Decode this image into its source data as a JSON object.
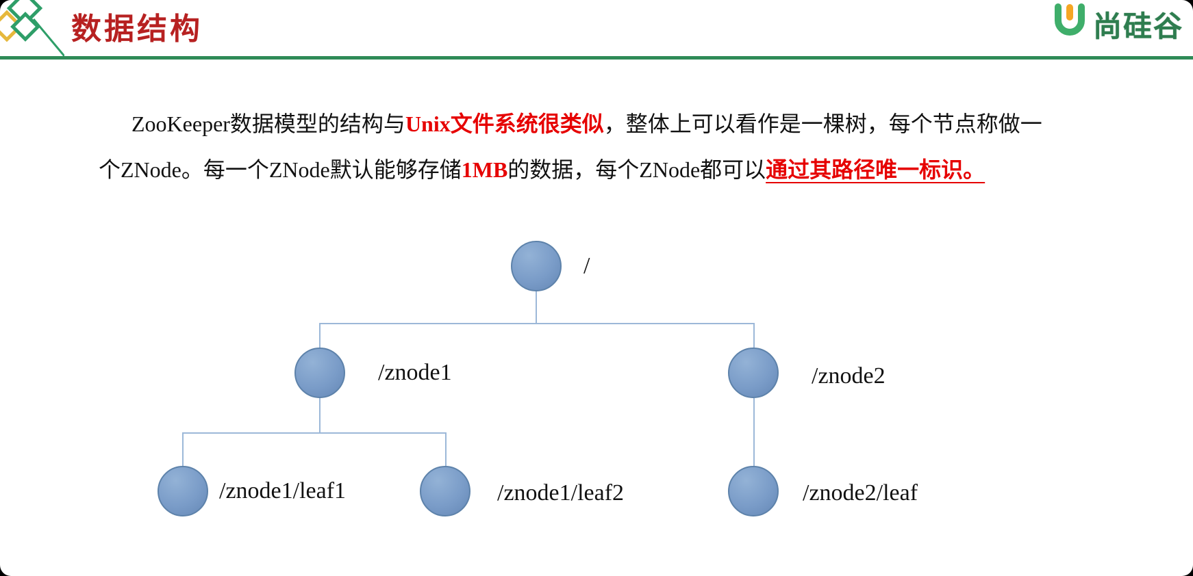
{
  "header": {
    "title": "数据结构",
    "brand": "尚硅谷"
  },
  "paragraph": {
    "line1": [
      {
        "text": "ZooKeeper数据模型的结构与",
        "style": "normal"
      },
      {
        "text": "Unix文件系统很类似",
        "style": "red"
      },
      {
        "text": "，整体上可以看作是一棵树，每个节点称做一",
        "style": "normal"
      }
    ],
    "line2": [
      {
        "text": "个ZNode。每一个ZNode默认能够存储",
        "style": "normal"
      },
      {
        "text": "1MB",
        "style": "red"
      },
      {
        "text": "的数据，每个ZNode都可以",
        "style": "normal"
      },
      {
        "text": "通过其路径唯一标识。",
        "style": "red-underline"
      }
    ]
  },
  "tree": {
    "nodes": [
      {
        "id": "root",
        "label": "/",
        "parent": null
      },
      {
        "id": "znode1",
        "label": "/znode1",
        "parent": "root"
      },
      {
        "id": "znode2",
        "label": "/znode2",
        "parent": "root"
      },
      {
        "id": "leaf1",
        "label": "/znode1/leaf1",
        "parent": "znode1"
      },
      {
        "id": "leaf2",
        "label": "/znode1/leaf2",
        "parent": "znode1"
      },
      {
        "id": "leaf3",
        "label": "/znode2/leaf",
        "parent": "znode2"
      }
    ]
  },
  "colors": {
    "title_red": "#b72121",
    "highlight_red": "#e60000",
    "brand_green": "#2e7d4f",
    "rule_green": "#2e8b57",
    "node_fill": "#7a9cc8",
    "node_border": "#5d82aa",
    "connector": "#9cb8d8"
  }
}
